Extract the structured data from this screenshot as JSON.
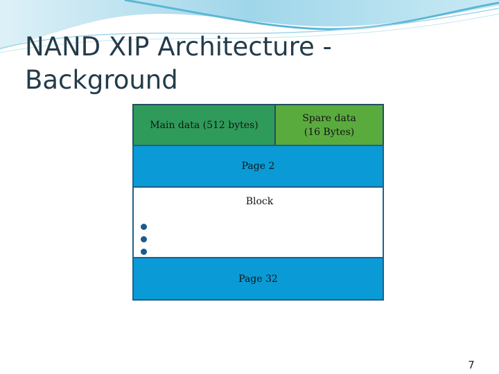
{
  "slide": {
    "title": "NAND XIP Architecture - Background",
    "number": "7"
  },
  "diagram": {
    "main_data": "Main data (512 bytes)",
    "spare_data_line1": "Spare data",
    "spare_data_line2": "(16 Bytes)",
    "page_2": "Page 2",
    "block": "Block",
    "page_32": "Page 32"
  },
  "colors": {
    "main_data_fill": "#2f9b5a",
    "spare_data_fill": "#5aab3e",
    "page_fill": "#0a9bd6",
    "title_text": "#243b4a"
  }
}
